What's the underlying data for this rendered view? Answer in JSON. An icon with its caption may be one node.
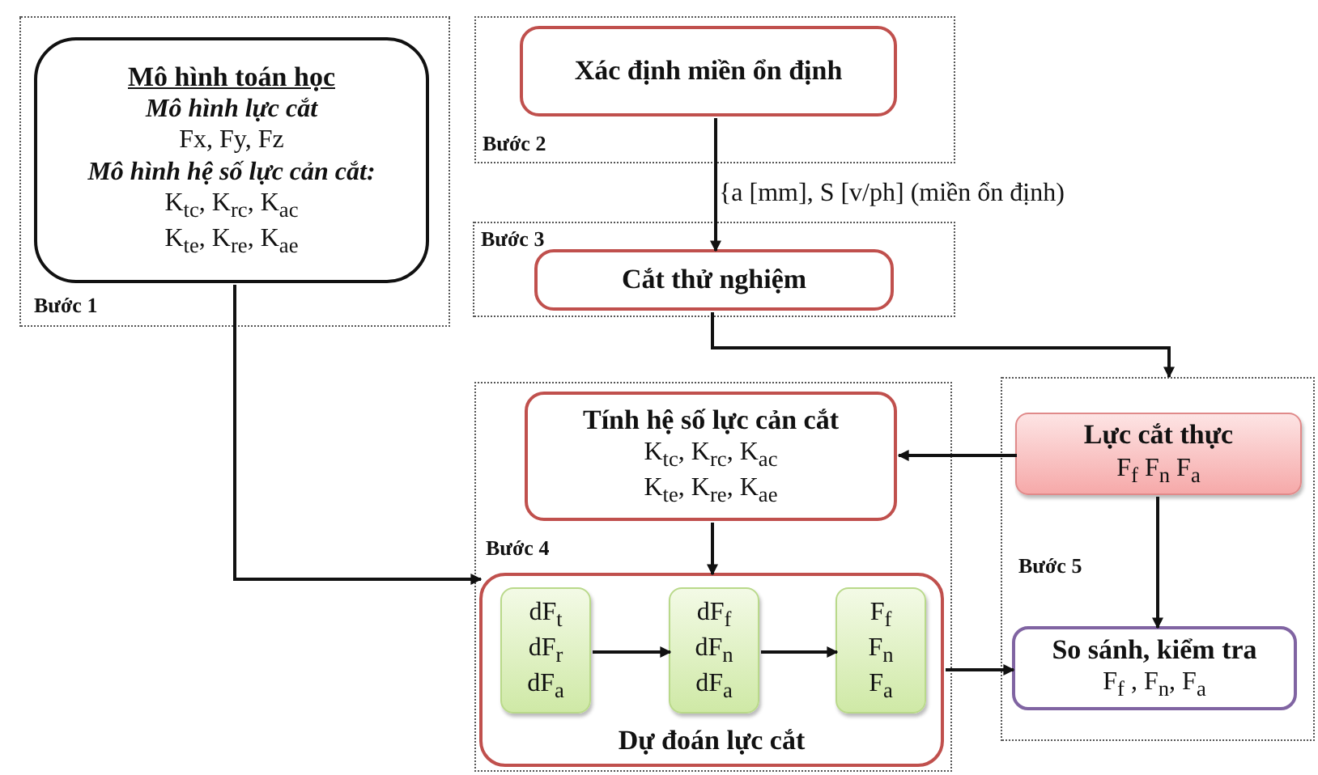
{
  "diagram": {
    "nodes": [
      {
        "text": [
          "Bước 1"
        ]
      },
      {
        "text": [
          "Mô hình toán học",
          "Mô hình lực cắt",
          "Fx, Fy, Fz",
          "Mô hình hệ số lực cản cắt:",
          "K$_{tc}$, K$_{rc}$, K$_{ac}$",
          "K$_{te}$, K$_{re}$, K$_{ae}$"
        ],
        "in": 0
      },
      {
        "text": [
          "Bước 2"
        ]
      },
      {
        "text": [
          "Xác định miền ổn định"
        ],
        "in": 2
      },
      {
        "text": [
          "Bước 3"
        ]
      },
      {
        "text": [
          "Cắt thử nghiệm"
        ],
        "in": 4
      },
      {
        "text": [
          "Bước 4"
        ]
      },
      {
        "text": [
          "Tính hệ số lực cản cắt",
          "K$_{tc}$, K$_{rc}$, K$_{ac}$",
          "K$_{te}$, K$_{re}$, K$_{ae}$"
        ],
        "in": 6
      },
      {
        "text": [
          "Dự đoán lực cắt"
        ],
        "in": 6
      },
      {
        "text": [
          "dF$_{t}$",
          "dF$_{r}$",
          "dF$_{a}$"
        ],
        "in": 8
      },
      {
        "text": [
          "dF$_{f}$",
          "dF$_{n}$",
          "dF$_{a}$"
        ],
        "in": 8
      },
      {
        "text": [
          "F$_{f}$",
          "F$_{n}$",
          "F$_{a}$"
        ],
        "in": 8
      },
      {
        "text": [
          "Bước 5"
        ]
      },
      {
        "text": [
          "Lực cắt thực",
          "F$_{f}$ F$_{n}$ F$_{a}$"
        ],
        "in": 12
      },
      {
        "text": [
          "So sánh, kiểm tra",
          "F$_{f}$ , F$_{n}$, F$_{a}$"
        ],
        "in": 12
      }
    ],
    "edges": [
      {
        "from": 3,
        "to": 5,
        "arrow": "to",
        "label": "{a [mm], S [v/ph] (miền ổn định)"
      },
      {
        "from": 1,
        "to": 8,
        "arrow": "to"
      },
      {
        "from": 5,
        "to": 12,
        "arrow": "to"
      },
      {
        "from": 13,
        "to": 7,
        "arrow": "to"
      },
      {
        "from": 7,
        "to": 8,
        "arrow": "to"
      },
      {
        "from": 9,
        "to": 10,
        "arrow": "to"
      },
      {
        "from": 10,
        "to": 11,
        "arrow": "to"
      },
      {
        "from": 8,
        "to": 14,
        "arrow": "to"
      },
      {
        "from": 13,
        "to": 14,
        "arrow": "to"
      }
    ]
  }
}
